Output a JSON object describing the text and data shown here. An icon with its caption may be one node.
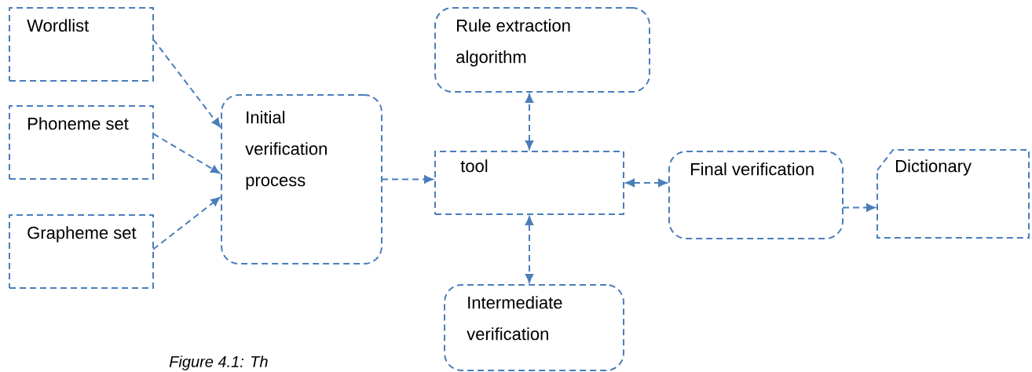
{
  "diagram": {
    "caption": "Figure 4.1: Th",
    "nodes": [
      {
        "text": [
          "Wordlist"
        ]
      },
      {
        "text": [
          "Phoneme set"
        ]
      },
      {
        "text": [
          "Grapheme set"
        ]
      },
      {
        "text": [
          "Initial verification process"
        ]
      },
      {
        "text": [
          "Rule extraction algorithm"
        ]
      },
      {
        "text": [
          "tool"
        ]
      },
      {
        "text": [
          "Intermediate verification"
        ]
      },
      {
        "text": [
          "Final verification"
        ]
      },
      {
        "text": [
          "Dictionary"
        ]
      }
    ],
    "edges": [
      {
        "from": 0,
        "to": 3,
        "arrow": "to"
      },
      {
        "from": 1,
        "to": 3,
        "arrow": "to"
      },
      {
        "from": 2,
        "to": 3,
        "arrow": "to"
      },
      {
        "from": 3,
        "to": 5,
        "arrow": "to"
      },
      {
        "from": 5,
        "to": 4,
        "arrow": "both"
      },
      {
        "from": 5,
        "to": 6,
        "arrow": "both"
      },
      {
        "from": 5,
        "to": 7,
        "arrow": "both"
      },
      {
        "from": 7,
        "to": 8,
        "arrow": "to"
      }
    ]
  }
}
